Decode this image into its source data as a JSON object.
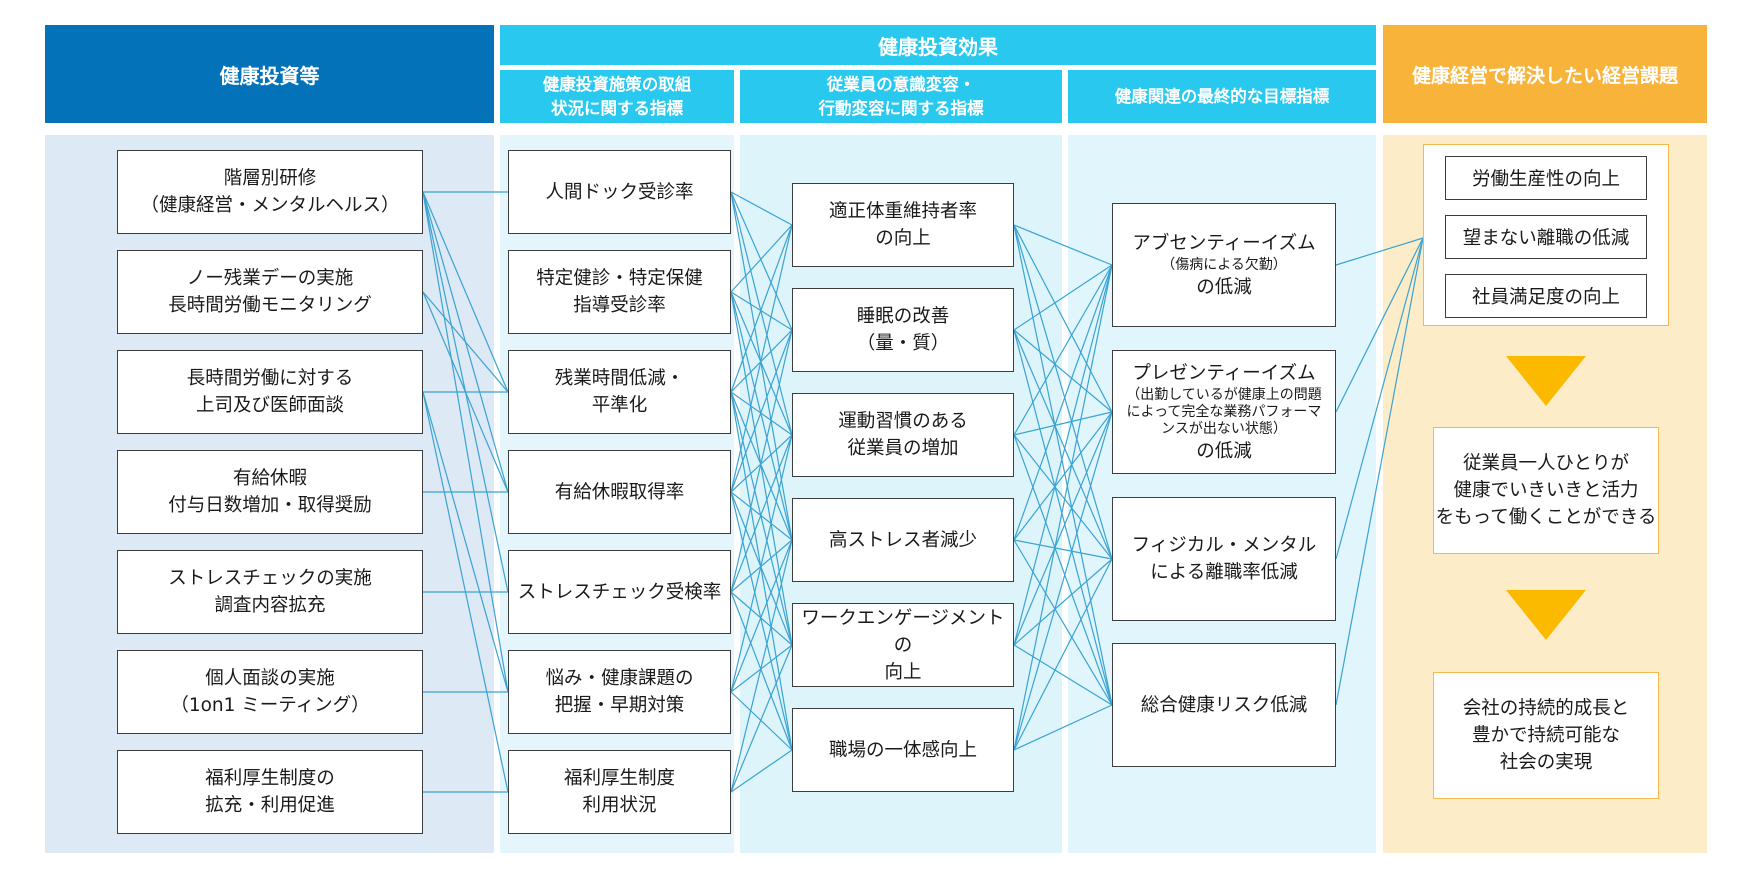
{
  "headers": {
    "investment": "健康投資等",
    "effect": "健康投資効果",
    "sub_initiatives": "健康投資施策の取組\n状況に関する指標",
    "sub_awareness": "従業員の意識変容・\n行動変容に関する指標",
    "sub_final": "健康関連の最終的な目標指標",
    "management_issues": "健康経営で解決したい経営課題"
  },
  "investments": [
    "階層別研修\n（健康経営・メンタルヘルス）",
    "ノー残業デーの実施\n長時間労働モニタリング",
    "長時間労働に対する\n上司及び医師面談",
    "有給休暇\n付与日数増加・取得奨励",
    "ストレスチェックの実施\n調査内容拡充",
    "個人面談の実施\n（1on1 ミーティング）",
    "福利厚生制度の\n拡充・利用促進"
  ],
  "initiative_indicators": [
    "人間ドック受診率",
    "特定健診・特定保健\n指導受診率",
    "残業時間低減・\n平準化",
    "有給休暇取得率",
    "ストレスチェック受検率",
    "悩み・健康課題の\n把握・早期対策",
    "福利厚生制度\n利用状況"
  ],
  "awareness_indicators": [
    "適正体重維持者率\nの向上",
    "睡眠の改善\n（量・質）",
    "運動習慣のある\n従業員の増加",
    "高ストレス者減少",
    "ワークエンゲージメントの\n向上",
    "職場の一体感向上"
  ],
  "final_indicators": [
    {
      "title": "アブセンティーイズム",
      "note": "（傷病による欠勤）",
      "suffix": "の低減"
    },
    {
      "title": "プレゼンティーイズム",
      "note": "（出勤しているが健康上の問題\nによって完全な業務パフォーマ\nンスが出ない状態）",
      "suffix": "の低減"
    },
    {
      "title": "フィジカル・メンタル\nによる離職率低減",
      "note": "",
      "suffix": ""
    },
    {
      "title": "総合健康リスク低減",
      "note": "",
      "suffix": ""
    }
  ],
  "management_issues": [
    "労働生産性の向上",
    "望まない離職の低減",
    "社員満足度の向上"
  ],
  "outcomes": [
    "従業員一人ひとりが\n健康でいきいきと活力\nをもって働くことができる",
    "会社の持続的成長と\n豊かで持続可能な\n社会の実現"
  ],
  "colors": {
    "header_dark_blue": "#0472b9",
    "header_cyan": "#29c8ee",
    "header_orange": "#f8b33a",
    "arrow_yellow": "#fbb900",
    "connector": "#3aa3d2"
  }
}
